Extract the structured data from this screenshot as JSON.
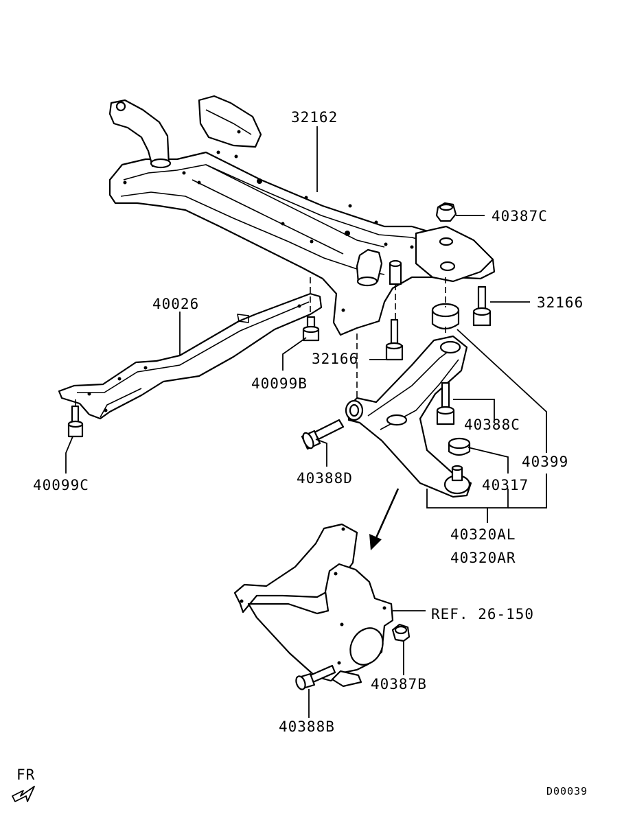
{
  "labels": {
    "crossmember": "32162",
    "nut_c": "40387C",
    "bolt_32166_right": "32166",
    "bolt_32166_center": "32166",
    "bracket": "40026",
    "bolt_40099b": "40099B",
    "bolt_40099c": "40099C",
    "bolt_40388c": "40388C",
    "bolt_40388d": "40388D",
    "bushing_40399": "40399",
    "ball_joint_40317": "40317",
    "arm_left": "40320AL",
    "arm_right": "40320AR",
    "knuckle_ref": "REF. 26-150",
    "nut_b": "40387B",
    "bolt_40388b": "40388B",
    "front_indicator": "FR",
    "drawing_code": "D00039"
  },
  "colors": {
    "line": "#000000",
    "background": "#ffffff"
  },
  "icons": {
    "front_arrow": "arrow-down-left-icon",
    "direction_arrow": "arrow-down-icon"
  }
}
